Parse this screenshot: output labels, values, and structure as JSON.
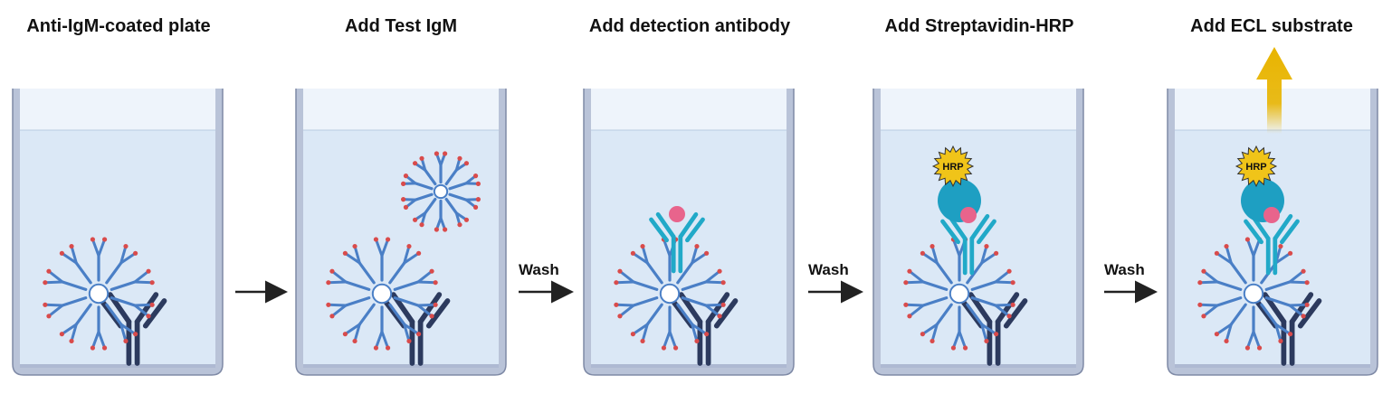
{
  "steps": [
    {
      "title": "Anti-IgM-coated plate"
    },
    {
      "title": "Add Test IgM"
    },
    {
      "title": "Add detection antibody"
    },
    {
      "title": "Add Streptavidin-HRP"
    },
    {
      "title": "Add ECL substrate"
    }
  ],
  "wash_label": "Wash",
  "hrp_label": "HRP",
  "colors": {
    "well_wall": "#b9c3d8",
    "well_wall_stroke": "#7f8aa6",
    "liquid": "#dbe8f6",
    "liquid_top": "#eef4fb",
    "igm_blue": "#4a7fc6",
    "igm_red": "#d94b4b",
    "capture_ab": "#2c3a5e",
    "detection_ab": "#21a9c8",
    "biotin": "#e8648c",
    "streptavidin": "#1e9fc2",
    "hrp_star": "#f0c419",
    "signal_arrow": "#e8b400",
    "arrow": "#222222"
  }
}
